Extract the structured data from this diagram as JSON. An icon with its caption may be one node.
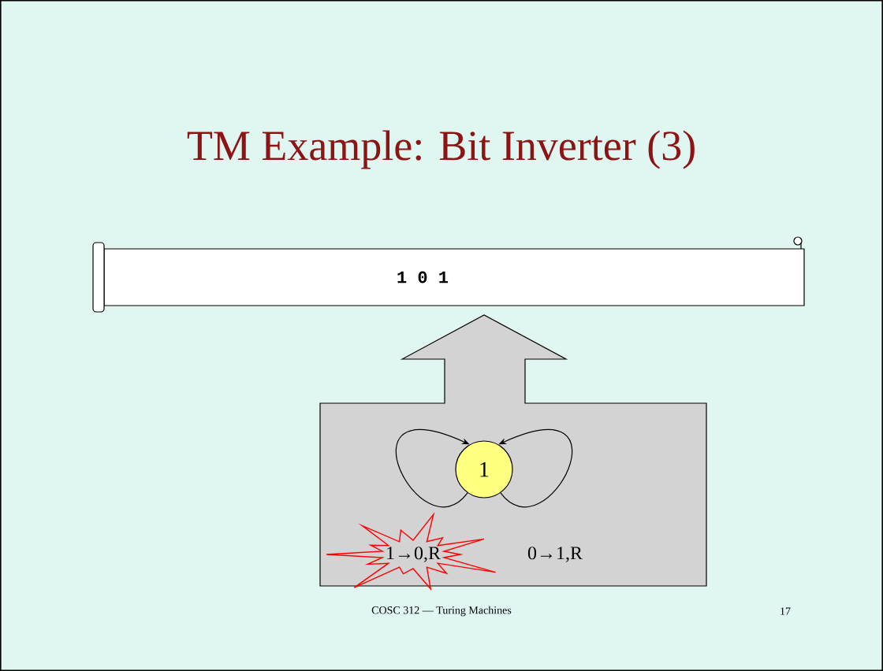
{
  "diagram": {
    "title": "TM Example: Bit Inverter (3)",
    "nodes": [
      {
        "text": [
          "1 0 1"
        ]
      },
      {
        "text": [],
        "shape": "box"
      },
      {
        "text": [
          "1"
        ],
        "in": 1
      }
    ],
    "edges": [
      {
        "from": 2,
        "to": 2,
        "arrow": "to",
        "label": "1→0,R"
      },
      {
        "from": 2,
        "to": 2,
        "arrow": "to",
        "label": "0→1,R"
      }
    ],
    "labels": [
      "COSC 312 — Turing Machines",
      "17"
    ]
  }
}
